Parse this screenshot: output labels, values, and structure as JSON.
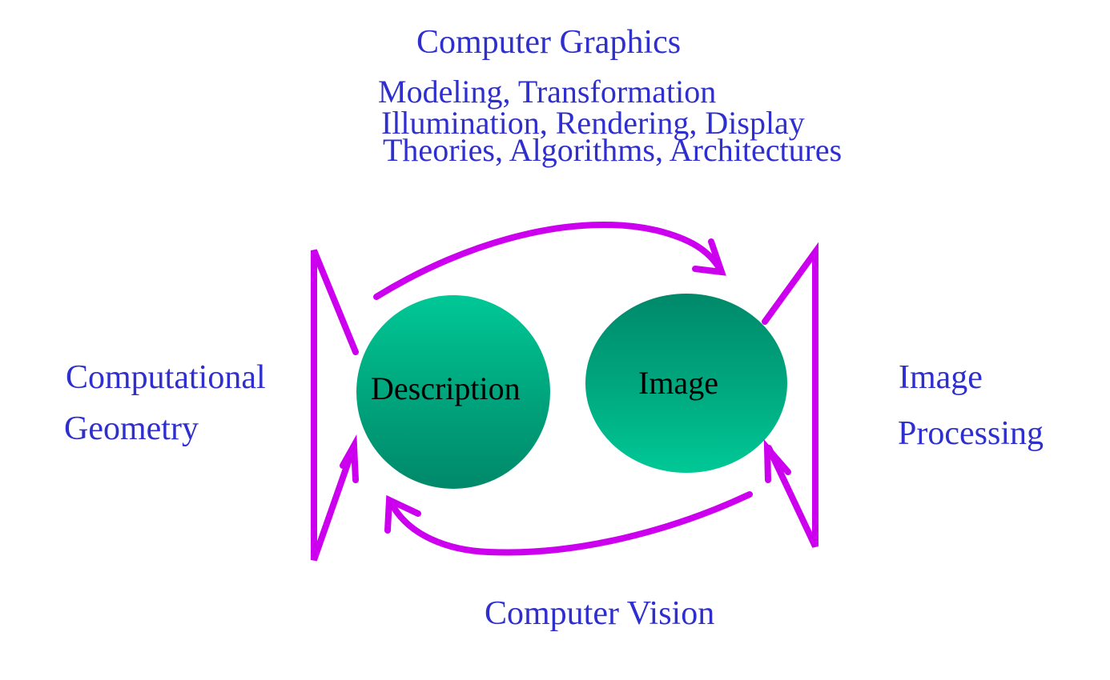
{
  "title": "Computer Graphics",
  "subtitle_lines": [
    "Modeling, Transformation",
    "Illumination, Rendering, Display",
    "Theories, Algorithms, Architectures"
  ],
  "nodes": {
    "description": "Description",
    "image": "Image"
  },
  "left_label": [
    "Computational",
    "Geometry"
  ],
  "right_label": [
    "Image",
    "Processing"
  ],
  "bottom_label": "Computer Vision",
  "colors": {
    "text": "#2f2fd0",
    "arrow": "#cc00ee",
    "circle_light": "#00c896",
    "circle_dark": "#00896a"
  }
}
